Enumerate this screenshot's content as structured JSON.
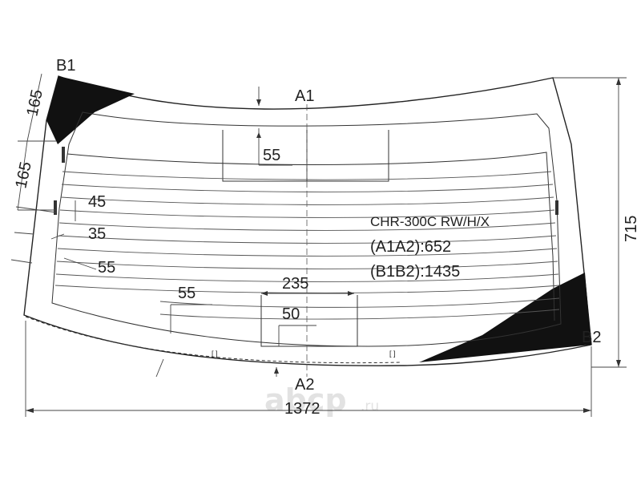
{
  "labels": {
    "b1": "B1",
    "b2": "B2",
    "a1": "A1",
    "a2": "A2"
  },
  "dimensions": {
    "left_top": "165",
    "left_second": "165",
    "height": "715",
    "width": "1372",
    "sensor_area": "55",
    "mark_45": "45",
    "mark_35": "35",
    "mark_55_left": "55",
    "mark_55_bottom": "55",
    "mark_235": "235",
    "mark_50": "50"
  },
  "part": {
    "code": "CHR-300C RW/H/X",
    "a1a2": "(A1A2):652",
    "b1b2": "(B1B2):1435"
  },
  "watermark": {
    "brand": "abcp",
    "tld": ".ru"
  },
  "colors": {
    "line": "#222222",
    "ceramic": "#111111",
    "heater": "#555555"
  }
}
